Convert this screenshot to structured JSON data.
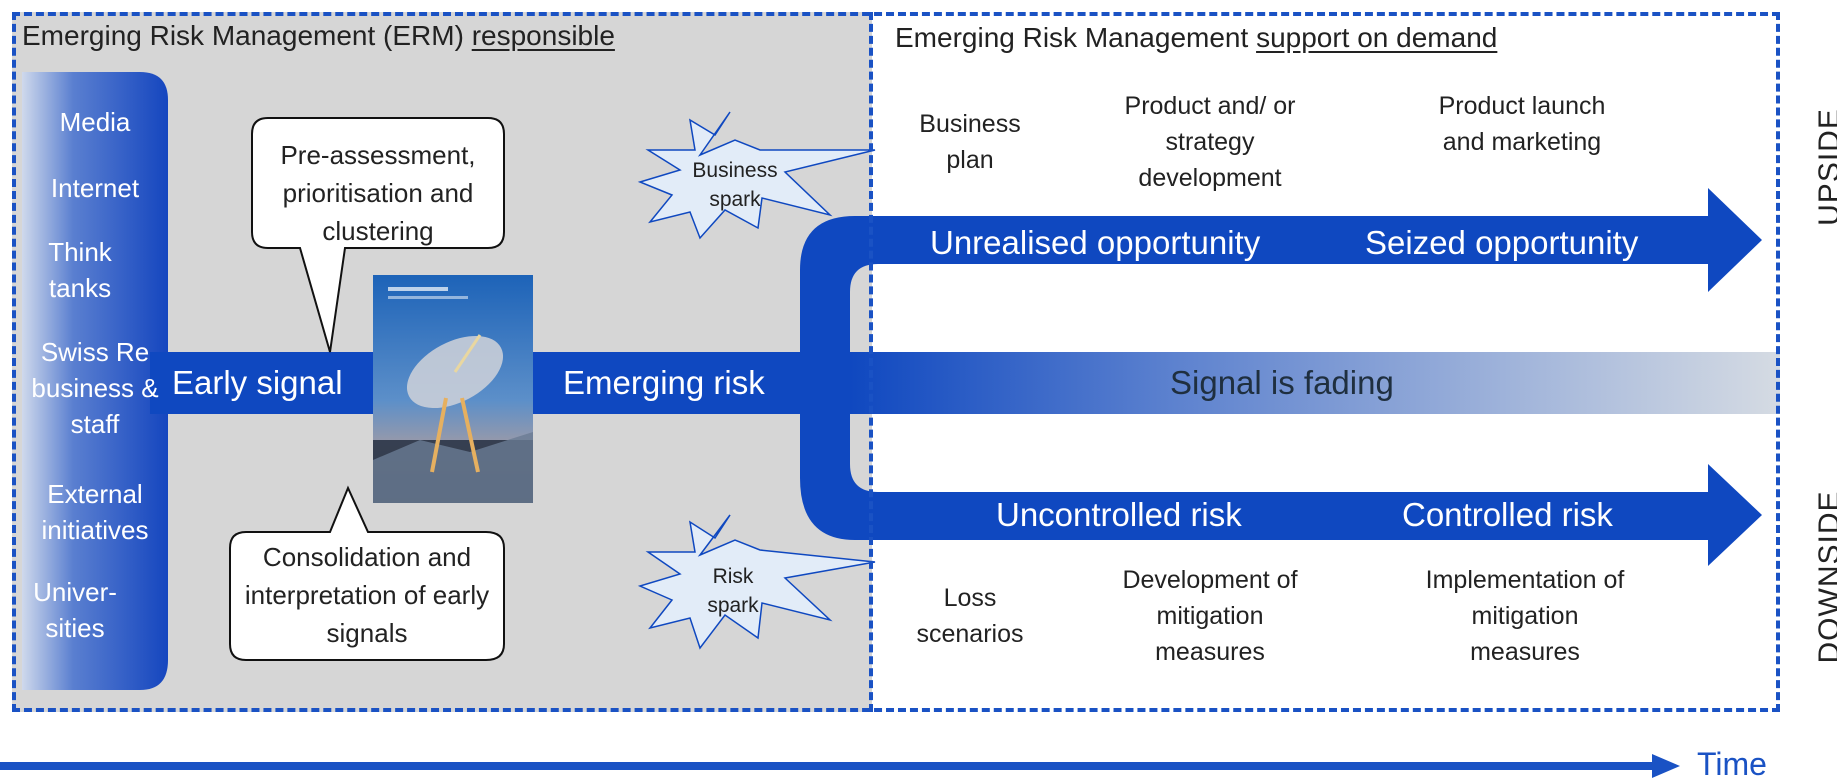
{
  "headers": {
    "left_prefix": "Emerging Risk Management (ERM)",
    "left_underlined": "responsible",
    "right_prefix": "Emerging Risk Management",
    "right_underlined": "support on demand"
  },
  "sources": [
    {
      "id": "media",
      "label": "Media"
    },
    {
      "id": "internet",
      "label": "Internet"
    },
    {
      "id": "think-tanks",
      "label": "Think tanks"
    },
    {
      "id": "swiss-re",
      "label": "Swiss Re business & staff"
    },
    {
      "id": "external",
      "label": "External initiatives"
    },
    {
      "id": "universities",
      "label": "Univer-sities"
    }
  ],
  "callouts": {
    "top": "Pre-assessment, prioritisation and clustering",
    "bottom": "Consolidation and interpretation of early signals"
  },
  "sparks": {
    "business": "Business spark",
    "risk": "Risk spark"
  },
  "flow": {
    "early_signal": "Early signal",
    "emerging_risk": "Emerging risk",
    "fading": "Signal is fading",
    "unrealised": "Unrealised opportunity",
    "seized": "Seized opportunity",
    "uncontrolled": "Uncontrolled risk",
    "controlled": "Controlled risk"
  },
  "upside_steps": [
    {
      "id": "business-plan",
      "label": "Business plan"
    },
    {
      "id": "product-strategy",
      "label": "Product and/ or strategy development"
    },
    {
      "id": "product-launch",
      "label": "Product launch and marketing"
    }
  ],
  "downside_steps": [
    {
      "id": "loss-scenarios",
      "label": "Loss scenarios"
    },
    {
      "id": "mitigation-dev",
      "label": "Development of mitigation measures"
    },
    {
      "id": "mitigation-impl",
      "label": "Implementation of mitigation measures"
    }
  ],
  "side_labels": {
    "upside": "UPSIDE",
    "downside": "DOWNSIDE"
  },
  "time_label": "Time",
  "colors": {
    "accent": "#1a52c4",
    "arrow": "#0f48c0",
    "panel": "#d6d6d6",
    "spark": "#e2ecf8"
  }
}
